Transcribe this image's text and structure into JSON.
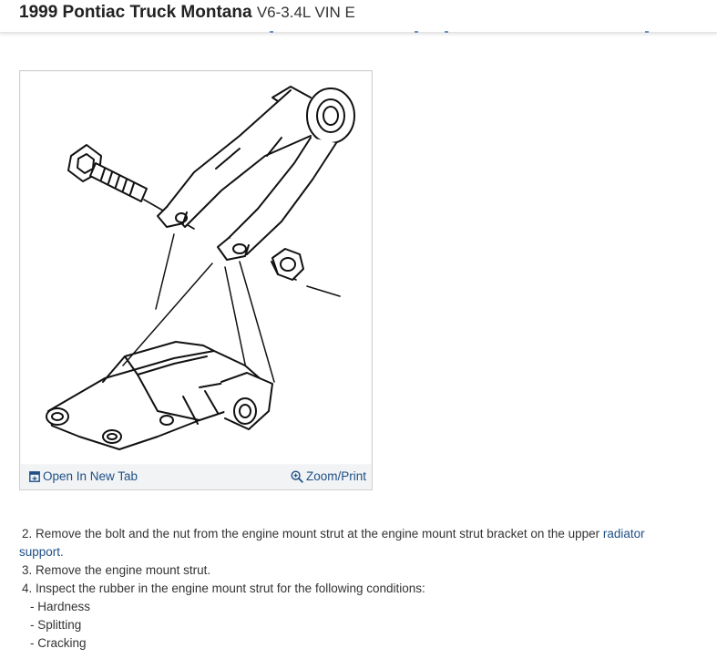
{
  "header": {
    "vehicle": "1999 Pontiac Truck Montana",
    "engine": "V6-3.4L VIN E"
  },
  "figure": {
    "open_tab_label": "Open In New Tab",
    "zoom_label": "Zoom/Print",
    "icons": {
      "open_tab": "open-in-new-tab-icon",
      "zoom": "zoom-in-icon"
    }
  },
  "steps": {
    "step2_a": "2. Remove the bolt and the nut from the engine mount strut at the engine mount strut bracket on the upper ",
    "step2_link": "radiator",
    "step2_cont": "support.",
    "step3": "3. Remove the engine mount strut.",
    "step4": "4. Inspect the rubber in the engine mount strut for the following conditions:",
    "conditions": [
      "- Hardness",
      "- Splitting",
      "- Cracking"
    ]
  },
  "colors": {
    "link": "#1f4f86",
    "text": "#333333",
    "border": "#cfcfcf"
  }
}
